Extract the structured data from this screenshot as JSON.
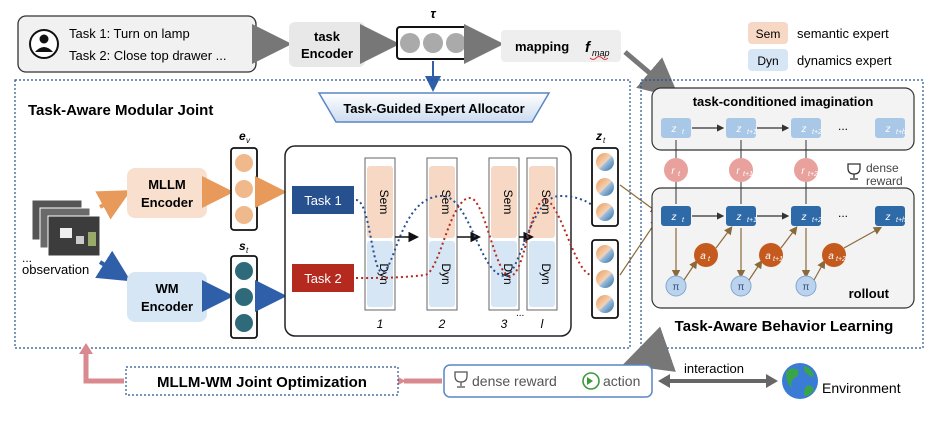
{
  "tasks": {
    "task1": "Task 1: Turn on lamp",
    "task2": "Task 2: Close top drawer ..."
  },
  "task_encoder": {
    "line1": "task",
    "line2": "Encoder"
  },
  "tau_label": "τ",
  "mapping": {
    "label": "mapping",
    "symbol": "f",
    "subscript": "map"
  },
  "legend": {
    "sem_chip": "Sem",
    "sem_label": "semantic expert",
    "dyn_chip": "Dyn",
    "dyn_label": "dynamics expert"
  },
  "left_panel": {
    "title": "Task-Aware Modular Joint",
    "allocator": "Task-Guided Expert Allocator",
    "observation": "observation",
    "ellipsis": "...",
    "mllm_encoder": {
      "line1": "MLLM",
      "line2": "Encoder"
    },
    "wm_encoder": {
      "line1": "WM",
      "line2": "Encoder"
    },
    "ev_label": "e",
    "ev_sub": "v",
    "st_label": "s",
    "st_sub": "t",
    "zt_label": "z",
    "zt_sub": "t",
    "task1_btn": "Task 1",
    "task2_btn": "Task 2",
    "expert_sem": "Sem",
    "expert_dyn": "Dyn",
    "layer_numbers": [
      "1",
      "2",
      "3",
      "l"
    ],
    "layer_ellipsis": "..."
  },
  "right_panel": {
    "title": "Task-Aware Behavior Learning",
    "imagination": "task-conditioned imagination",
    "dense_reward": "dense reward",
    "rollout": "rollout",
    "ellipsis": "...",
    "imag_z": [
      "t",
      "t+1",
      "t+2",
      "t+h"
    ],
    "rewards": [
      "t",
      "t+1",
      "t+2"
    ],
    "actions": [
      "t",
      "t+1",
      "t+2"
    ],
    "pi": "π"
  },
  "bottom": {
    "joint_opt": "MLLM-WM Joint Optimization",
    "dense_reward": "dense reward",
    "action": "action",
    "interaction": "interaction",
    "environment": "Environment"
  },
  "colors": {
    "sem": "#f6d8c4",
    "dyn": "#d6e6f4",
    "task1": "#27508f",
    "task2": "#b52a1f",
    "node_dark": "#2f6aa8",
    "node_light": "#a9c7e6",
    "reward": "#e8a19c",
    "action": "#c45a1d",
    "orange": "#e89a5b",
    "teal": "#2f6a7a",
    "arrow_gray": "#777777",
    "pink_arrow": "#d98a8f"
  },
  "icons": [
    "user-icon",
    "trophy-icon",
    "action-icon",
    "globe-icon"
  ]
}
